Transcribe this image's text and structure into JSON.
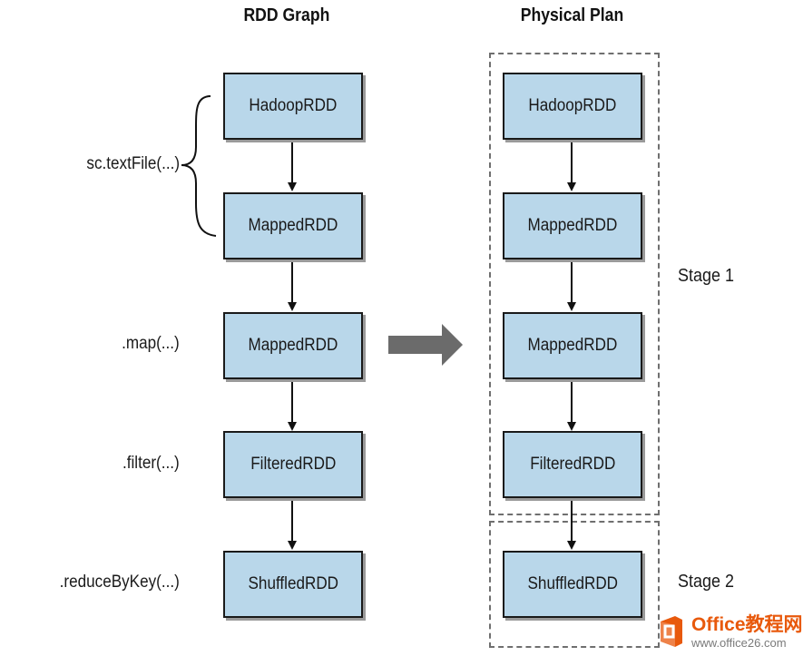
{
  "titles": {
    "left": "RDD Graph",
    "right": "Physical Plan"
  },
  "rdd_graph": {
    "nodes": [
      "HadoopRDD",
      "MappedRDD",
      "MappedRDD",
      "FilteredRDD",
      "ShuffledRDD"
    ],
    "operations": {
      "text_file": "sc.textFile(...)",
      "map": ".map(...)",
      "filter": ".filter(...)",
      "reduce_by_key": ".reduceByKey(...)"
    }
  },
  "physical_plan": {
    "nodes": [
      "HadoopRDD",
      "MappedRDD",
      "MappedRDD",
      "FilteredRDD",
      "ShuffledRDD"
    ],
    "stages": [
      "Stage 1",
      "Stage 2"
    ]
  },
  "watermark": {
    "brand": "Office教程网",
    "url": "www.office26.com"
  },
  "colors": {
    "node_fill": "#b9d7ea",
    "node_border": "#1a1a1a",
    "transform_arrow": "#6b6b6b",
    "stage_border": "#6f6f6f",
    "watermark_orange": "#e8590c"
  },
  "icons": {
    "transform_arrow": "right-arrow-icon",
    "brace": "curly-brace-icon",
    "logo": "office-logo-icon"
  }
}
